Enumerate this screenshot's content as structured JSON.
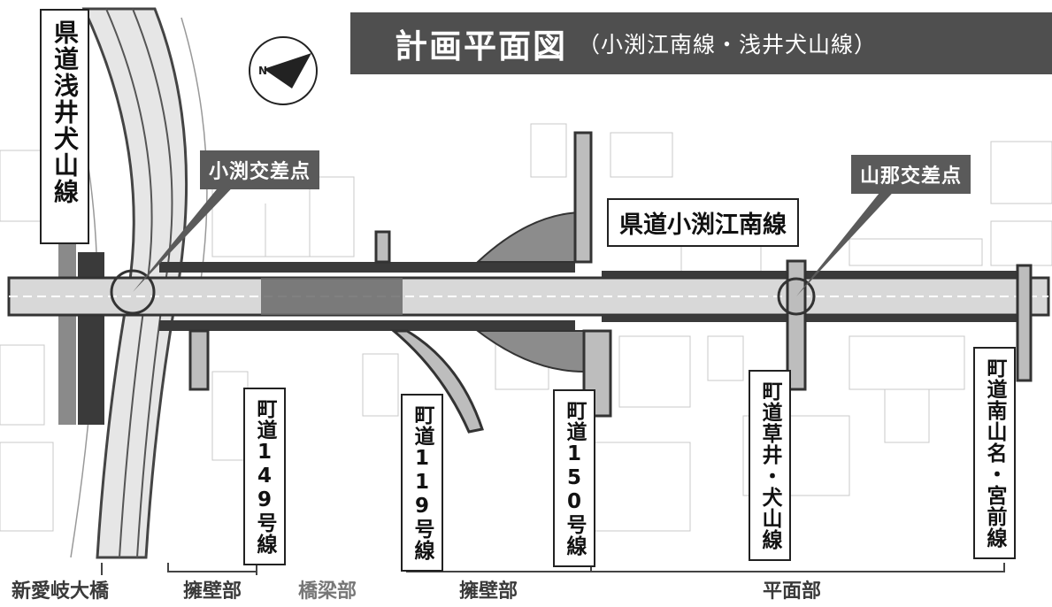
{
  "title": {
    "main": "計画平面図",
    "sub": "（小渕江南線・浅井犬山線）"
  },
  "callouts": {
    "obuchi": "小渕交差点",
    "yamana": "山那交差点"
  },
  "roads": {
    "prefectural_asai": "県道浅井犬山線",
    "prefectural_obuchi": "県道小渕江南線",
    "town149": "町道149号線",
    "town119": "町道119号線",
    "town150": "町道150号線",
    "kusai": "町道草井・犬山線",
    "minami": "町道南山名・宮前線"
  },
  "sections": [
    {
      "id": "bridge-shin",
      "label": "新愛岐大橋"
    },
    {
      "id": "retaining-1",
      "label": "擁壁部"
    },
    {
      "id": "bridge-girder",
      "label": "橋梁部"
    },
    {
      "id": "retaining-2",
      "label": "擁壁部"
    },
    {
      "id": "flat",
      "label": "平面部"
    }
  ],
  "colors": {
    "title_bg": "#4f4f4f",
    "callout_bg": "#5a5a5a",
    "road": "#3a3a3a"
  },
  "icons": {
    "compass": "north-arrow-icon"
  }
}
